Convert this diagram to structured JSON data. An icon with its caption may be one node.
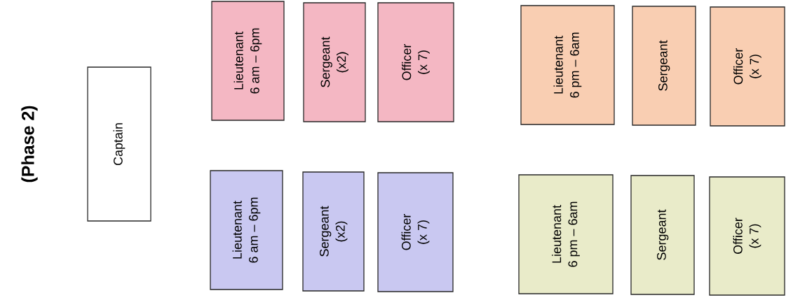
{
  "diagram": {
    "title": "(Phase 2)",
    "nodes": [
      {
        "text": [
          "Captain"
        ]
      },
      {
        "text": [
          "Lieutenant",
          "6 am – 6pm"
        ]
      },
      {
        "text": [
          "Sergeant",
          "(x2)"
        ]
      },
      {
        "text": [
          "Officer",
          "(x 7)"
        ]
      },
      {
        "text": [
          "Lieutenant",
          "6 am – 6pm"
        ]
      },
      {
        "text": [
          "Sergeant",
          "(x2)"
        ]
      },
      {
        "text": [
          "Officer",
          "(x 7)"
        ]
      },
      {
        "text": [
          "Lieutenant",
          "6 pm – 6am"
        ]
      },
      {
        "text": [
          "Sergeant"
        ]
      },
      {
        "text": [
          "Officer",
          "(x 7)"
        ]
      },
      {
        "text": [
          "Lieutenant",
          "6 pm – 6am"
        ]
      },
      {
        "text": [
          "Sergeant"
        ]
      },
      {
        "text": [
          "Officer",
          "(x 7)"
        ]
      }
    ]
  }
}
